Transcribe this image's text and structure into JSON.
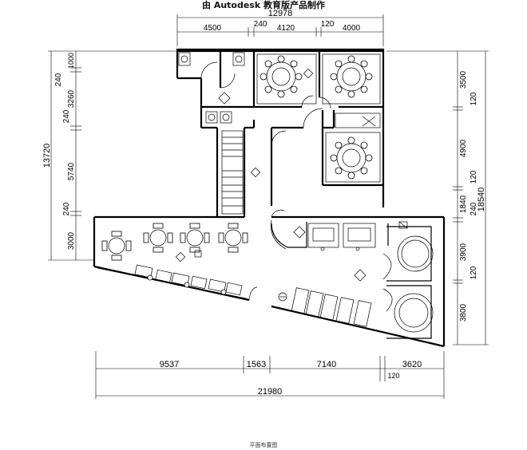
{
  "header": {
    "watermark": "由 Autodesk 教育版产品制作"
  },
  "footer": {
    "caption": "平面布置图"
  },
  "dimensions": {
    "top_total": "12978",
    "top_segments": [
      "4500",
      "240",
      "4120",
      "120",
      "4000"
    ],
    "left_total": "13720",
    "left_segments": [
      "1000",
      "240",
      "3260",
      "240",
      "5740",
      "240",
      "3000"
    ],
    "right_total": "18540",
    "right_segments": [
      "3500",
      "120",
      "4900",
      "120",
      "1840",
      "240",
      "3900",
      "120",
      "3800"
    ],
    "bottom_segments": [
      "9537",
      "1563",
      "7140",
      "3620"
    ],
    "bottom_small": "120",
    "bottom_total": "21980"
  }
}
